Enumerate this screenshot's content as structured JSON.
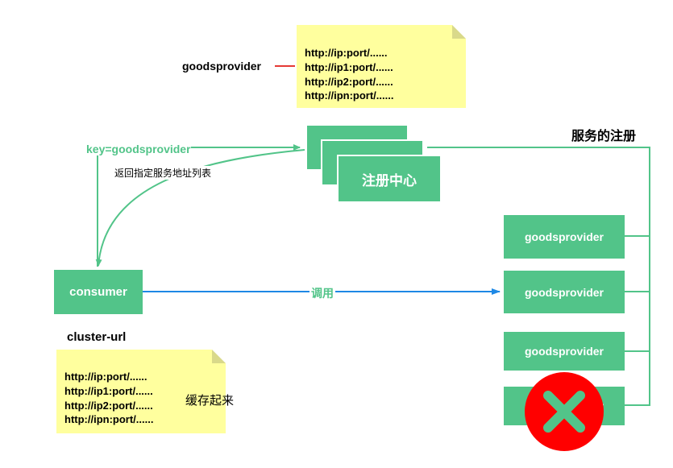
{
  "top_note": {
    "lines": [
      "http://ip:port/......",
      "http://ip1:port/......",
      "http://ip2:port/......",
      "http://ipn:port/......"
    ]
  },
  "provider_name_label": "goodsprovider",
  "registry": {
    "label": "注册中心"
  },
  "registration_label": "服务的注册",
  "key_label": "key=goodsprovider",
  "return_label": "返回指定服务地址列表",
  "consumer": {
    "label": "consumer"
  },
  "call_label": "调用",
  "cluster_url_label": "cluster-url",
  "cache_note": {
    "lines": [
      "http://ip:port/......",
      "http://ip1:port/......",
      "http://ip2:port/......",
      "http://ipn:port/......"
    ]
  },
  "cache_label": "缓存起来",
  "providers": [
    {
      "label": "goodsprovider",
      "status": "up"
    },
    {
      "label": "goodsprovider",
      "status": "up"
    },
    {
      "label": "goodsprovider",
      "status": "up"
    },
    {
      "label": "goodsprovider",
      "status": "down"
    }
  ],
  "colors": {
    "box_green": "#52c489",
    "note_yellow": "#ffff9e",
    "call_arrow_blue": "#1e88e5",
    "link_red": "#e53935",
    "fail_red": "#ff0000"
  }
}
